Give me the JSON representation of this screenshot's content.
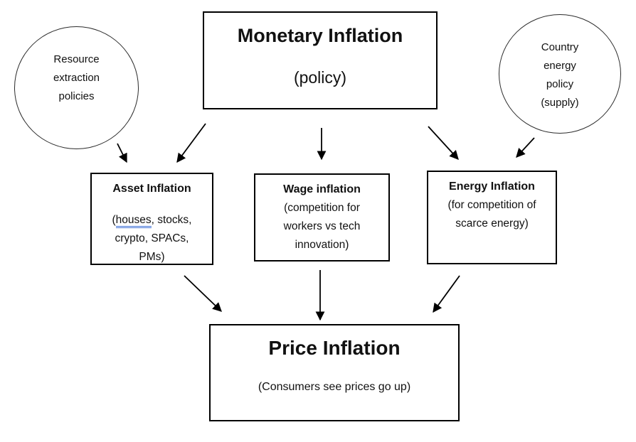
{
  "colors": {
    "background": "#ffffff",
    "box_border": "#000000",
    "circle_border": "#2b2b2b",
    "arrow": "#000000",
    "text": "#111111",
    "houses_underline": "#3d6fd6"
  },
  "nodes": {
    "monetary_inflation": {
      "title": "Monetary Inflation",
      "subtitle": "(policy)"
    },
    "resource_policies": {
      "lines": [
        "Resource",
        "extraction",
        "policies"
      ]
    },
    "country_energy_policy": {
      "lines": [
        "Country",
        "energy",
        "policy",
        "(supply)"
      ]
    },
    "asset_inflation": {
      "title": "Asset Inflation",
      "body_line1_open": "(",
      "body_line1_underlined": "houses",
      "body_line1_rest": ", stocks,",
      "body_line2": "crypto, SPACs,",
      "body_line3": "PMs)"
    },
    "wage_inflation": {
      "title": "Wage inflation",
      "body_lines": [
        "(competition for",
        "workers vs tech",
        "innovation)"
      ]
    },
    "energy_inflation": {
      "title": "Energy Inflation",
      "body_lines": [
        "(for competition of",
        "scarce energy)"
      ]
    },
    "price_inflation": {
      "title": "Price Inflation",
      "subtitle": "(Consumers see prices go up)"
    }
  },
  "edges": [
    {
      "from": "resource-extraction-policies",
      "to": "asset-inflation"
    },
    {
      "from": "monetary-inflation",
      "to": "asset-inflation"
    },
    {
      "from": "monetary-inflation",
      "to": "wage-inflation"
    },
    {
      "from": "monetary-inflation",
      "to": "energy-inflation"
    },
    {
      "from": "country-energy-policy",
      "to": "energy-inflation"
    },
    {
      "from": "asset-inflation",
      "to": "price-inflation"
    },
    {
      "from": "wage-inflation",
      "to": "price-inflation"
    },
    {
      "from": "energy-inflation",
      "to": "price-inflation"
    }
  ]
}
